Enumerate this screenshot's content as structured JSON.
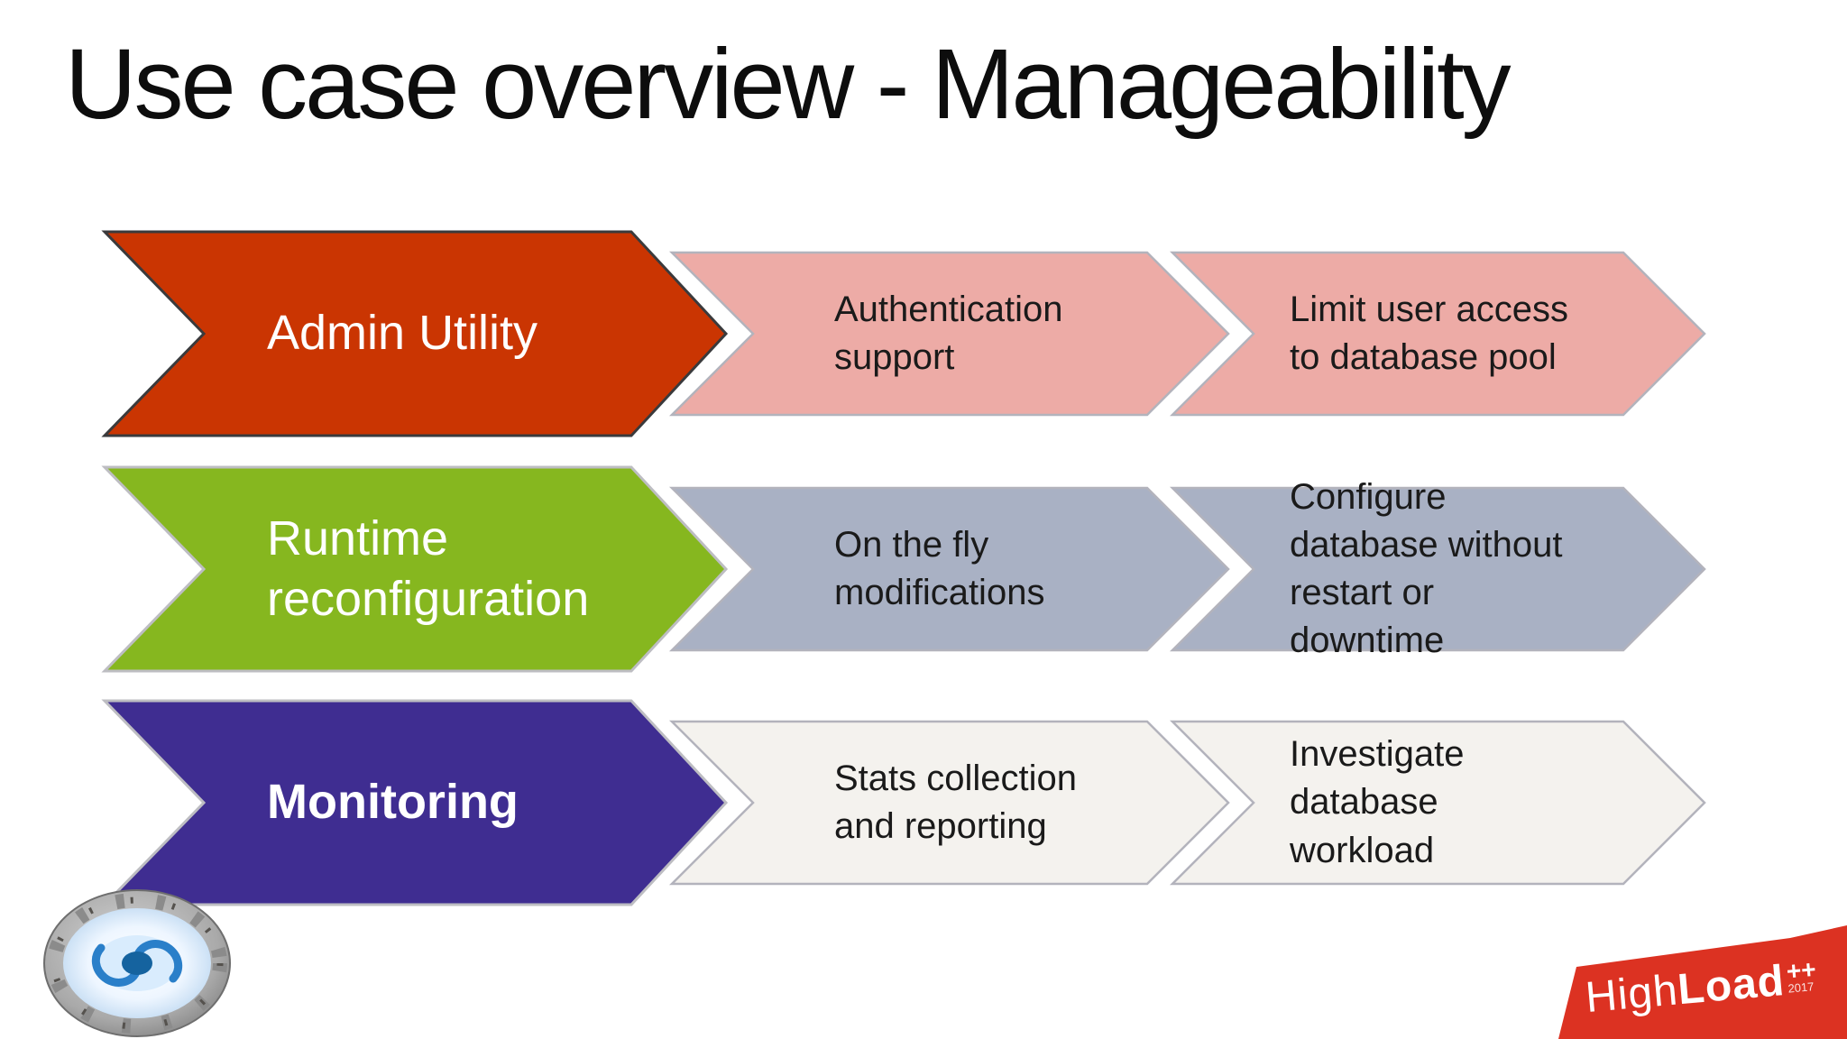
{
  "slide": {
    "title": "Use case overview - Manageability"
  },
  "rows": [
    {
      "label_lines": [
        "Admin Utility"
      ],
      "bold": false,
      "arrow_fill": "#ca3502",
      "steps": [
        {
          "fill": "#edaba6",
          "lines": [
            "Authentication",
            "support"
          ]
        },
        {
          "fill": "#edaba6",
          "lines": [
            "Limit user access",
            "to database pool"
          ]
        }
      ]
    },
    {
      "label_lines": [
        "Runtime",
        "reconfiguration"
      ],
      "bold": false,
      "arrow_fill": "#86b71f",
      "steps": [
        {
          "fill": "#a9b1c4",
          "lines": [
            "On the fly",
            "modifications"
          ]
        },
        {
          "fill": "#a9b1c4",
          "lines": [
            "Configure",
            "database without",
            "restart or",
            "downtime"
          ]
        }
      ]
    },
    {
      "label_lines": [
        "Monitoring"
      ],
      "bold": true,
      "arrow_fill": "#3f2d91",
      "steps": [
        {
          "fill": "#f4f2ee",
          "lines": [
            "Stats collection",
            "and reporting"
          ]
        },
        {
          "fill": "#f4f2ee",
          "lines": [
            "Investigate",
            "database",
            "workload"
          ]
        }
      ]
    }
  ],
  "branding": {
    "highload": {
      "light": "High",
      "bold": "Load",
      "plusplus": "++",
      "year": "2017",
      "banner_fill": "#dc3222"
    }
  }
}
